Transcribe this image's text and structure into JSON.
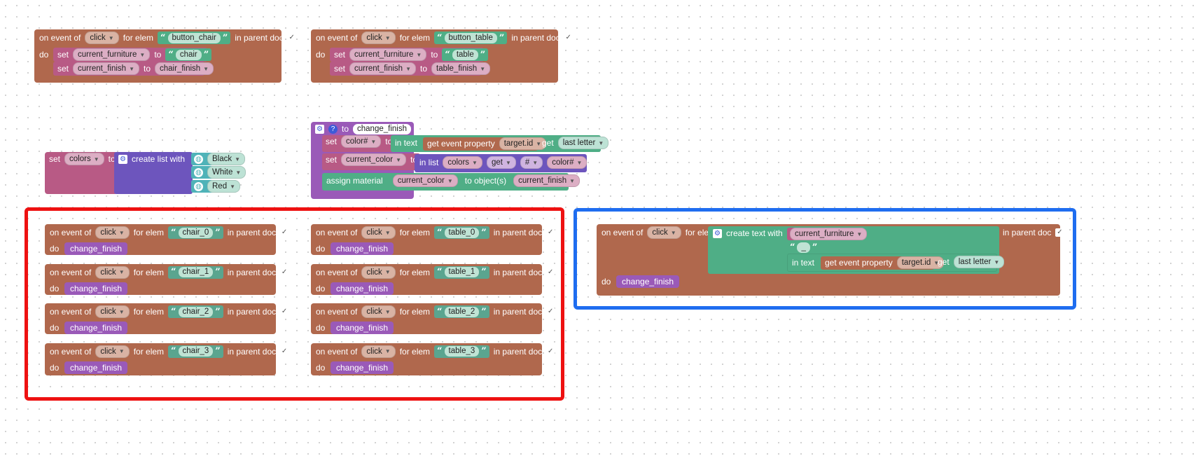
{
  "labels": {
    "on_event_of": "on event of",
    "for_elem": "for elem",
    "in_parent_doc": "in parent doc",
    "do": "do",
    "set": "set",
    "to": "to",
    "click": "click",
    "create_list_with": "create list with",
    "in_text": "in text",
    "in_list": "in list",
    "get": "get",
    "get_event_property": "get event property",
    "last_letter": "last letter",
    "assign_material": "assign material",
    "to_objects": "to object(s)",
    "create_text_with": "create text with",
    "hash": "#"
  },
  "top_left": {
    "elem": "button_chair",
    "var1": "current_furniture",
    "val1": "chair",
    "var2": "current_finish",
    "val2": "chair_finish"
  },
  "top_right": {
    "elem": "button_table",
    "var1": "current_furniture",
    "val1": "table",
    "var2": "current_finish",
    "val2": "table_finish"
  },
  "colors_block": {
    "var": "colors",
    "items": [
      "Black",
      "White",
      "Red"
    ]
  },
  "function_block": {
    "name": "change_finish",
    "var1": "color#",
    "prop": "target.id",
    "var2": "current_color",
    "list_var": "colors",
    "list_idx_var": "color#",
    "mat_var": "current_color",
    "obj_var": "current_finish"
  },
  "red_group": {
    "left": [
      {
        "elem": "chair_0",
        "call": "change_finish"
      },
      {
        "elem": "chair_1",
        "call": "change_finish"
      },
      {
        "elem": "chair_2",
        "call": "change_finish"
      },
      {
        "elem": "chair_3",
        "call": "change_finish"
      }
    ],
    "right": [
      {
        "elem": "table_0",
        "call": "change_finish"
      },
      {
        "elem": "table_1",
        "call": "change_finish"
      },
      {
        "elem": "table_2",
        "call": "change_finish"
      },
      {
        "elem": "table_3",
        "call": "change_finish"
      }
    ]
  },
  "blue_group": {
    "var": "current_furniture",
    "sep": "_",
    "prop": "target.id",
    "call": "change_finish"
  },
  "colors": {
    "red_frame": "#ee1111",
    "blue_frame": "#1f6df0"
  }
}
